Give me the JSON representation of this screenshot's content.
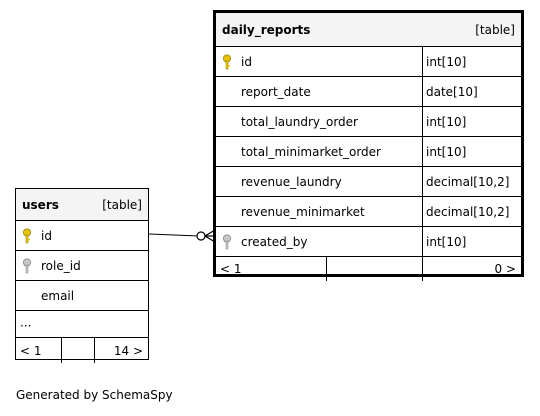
{
  "daily_reports": {
    "name": "daily_reports",
    "type": "[table]",
    "rows": [
      {
        "name": "id",
        "type": "int[10]",
        "icon": "primary-key-icon"
      },
      {
        "name": "report_date",
        "type": "date[10]",
        "icon": ""
      },
      {
        "name": "total_laundry_order",
        "type": "int[10]",
        "icon": ""
      },
      {
        "name": "total_minimarket_order",
        "type": "int[10]",
        "icon": ""
      },
      {
        "name": "revenue_laundry",
        "type": "decimal[10,2]",
        "icon": ""
      },
      {
        "name": "revenue_minimarket",
        "type": "decimal[10,2]",
        "icon": ""
      },
      {
        "name": "created_by",
        "type": "int[10]",
        "icon": "foreign-key-icon"
      }
    ],
    "footer": {
      "left": "< 1",
      "right": "0 >"
    }
  },
  "users": {
    "name": "users",
    "type": "[table]",
    "rows": [
      {
        "name": "id",
        "icon": "primary-key-icon"
      },
      {
        "name": "role_id",
        "icon": "foreign-key-icon"
      },
      {
        "name": "email",
        "icon": ""
      }
    ],
    "more": "...",
    "footer": {
      "left": "< 1",
      "right": "14 >"
    }
  },
  "credit": "Generated by SchemaSpy",
  "colors": {
    "primary_key": "#e8c400",
    "foreign_key": "#a8a8a8",
    "header_bg": "#f4f4f4"
  }
}
